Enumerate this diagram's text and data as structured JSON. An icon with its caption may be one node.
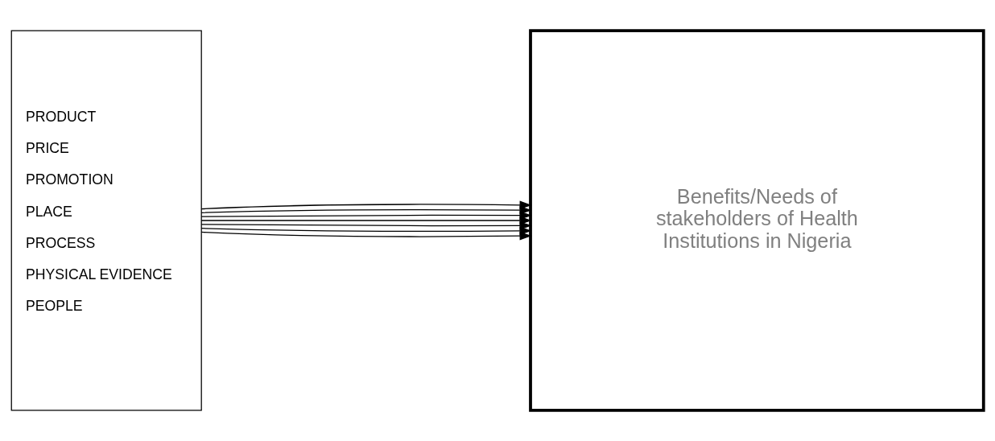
{
  "diagram": {
    "nodes": [
      {
        "text": [
          "PRODUCT",
          "PRICE",
          "PROMOTION",
          "PLACE",
          "PROCESS",
          "PHYSICAL EVIDENCE",
          "PEOPLE"
        ]
      },
      {
        "text": [
          "Benefits/Needs of stakeholders of Health Institutions in Nigeria"
        ]
      }
    ],
    "edges": [
      {
        "from": 0,
        "to": 1,
        "arrow": "to"
      },
      {
        "from": 0,
        "to": 1,
        "arrow": "to"
      },
      {
        "from": 0,
        "to": 1,
        "arrow": "to"
      },
      {
        "from": 0,
        "to": 1,
        "arrow": "to"
      },
      {
        "from": 0,
        "to": 1,
        "arrow": "to"
      },
      {
        "from": 0,
        "to": 1,
        "arrow": "to"
      },
      {
        "from": 0,
        "to": 1,
        "arrow": "to"
      }
    ]
  }
}
